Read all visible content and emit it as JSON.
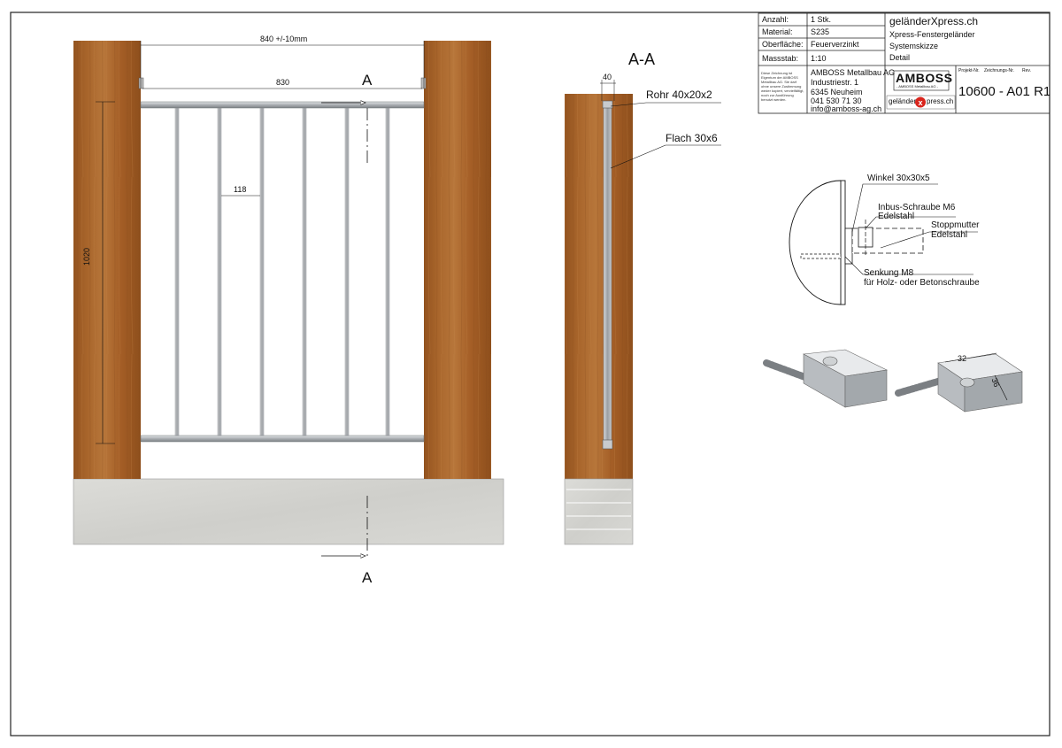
{
  "title_block": {
    "fields": [
      {
        "label": "Anzahl:",
        "value": "1 Stk."
      },
      {
        "label": "Material:",
        "value": "S235"
      },
      {
        "label": "Oberfläche:",
        "value": "Feuerverzinkt"
      },
      {
        "label": "Massstab:",
        "value": "1:10"
      }
    ],
    "product_title": "geländerXpress.ch",
    "product_lines": [
      "Xpress-Fenstergeländer",
      "Systemskizze",
      "Detail"
    ],
    "legal_note": "Diese Zeichnung ist Eigentum der AMBOSS Metallbau AG. Sie darf ohne unsere Zustimmung weder kopiert, vervielfältigt, noch zur Ausführung benutzt werden.",
    "company": {
      "name": "AMBOSS Metallbau AG",
      "street": "Industriestr. 1",
      "city": "6345 Neuheim",
      "phone": "041 530 71 30",
      "email": "info@amboss-ag.ch"
    },
    "logo_text": "AMBOSS",
    "logo_sub": "- AMBOSS Metallbau AG -",
    "logo2_left": "geländer",
    "logo2_right": "press.ch",
    "headers": {
      "project": "Projekt-Nr.",
      "drawing": "Zeichnungs-Nr.",
      "rev": "Rev."
    },
    "drawing_number": "10600 - A01 R1"
  },
  "front_view": {
    "dim_overall": "840  +/-10mm",
    "dim_inner": "830",
    "dim_spacing": "118",
    "dim_height": "1020",
    "section_label_top": "A",
    "section_label_bottom": "A"
  },
  "section_view": {
    "title": "A-A",
    "dim_width": "40",
    "label_tube": "Rohr 40x20x2",
    "label_flat": "Flach 30x6"
  },
  "detail": {
    "label_angle": "Winkel 30x30x5",
    "label_screw_1": "Inbus-Schraube M6",
    "label_screw_2": "Edelstahl",
    "label_nut_1": "Stoppmutter",
    "label_nut_2": "Edelstahl",
    "label_sink_1": "Senkung M8",
    "label_sink_2": "für Holz- oder Betonschraube"
  },
  "iso_view": {
    "dim_length": "32",
    "dim_width": "36"
  }
}
